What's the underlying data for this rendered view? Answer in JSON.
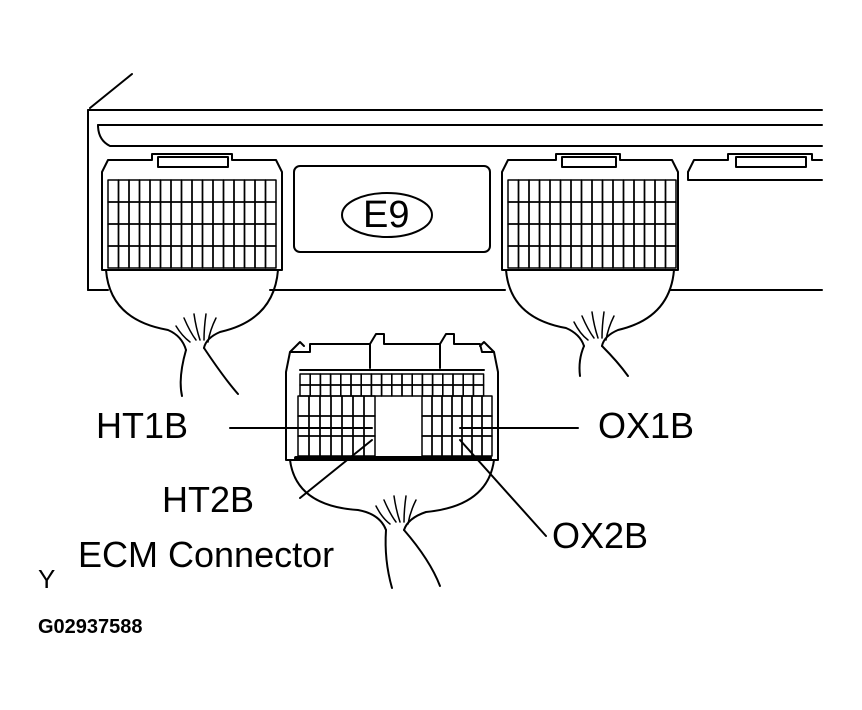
{
  "ecu_tag": "E9",
  "labels": {
    "ht1b": "HT1B",
    "ox1b": "OX1B",
    "ht2b": "HT2B",
    "ox2b": "OX2B",
    "ecm_connector": "ECM Connector"
  },
  "figure_mark": "Y",
  "figure_code": "G02937588",
  "colors": {
    "line": "#000000",
    "background": "#ffffff"
  }
}
